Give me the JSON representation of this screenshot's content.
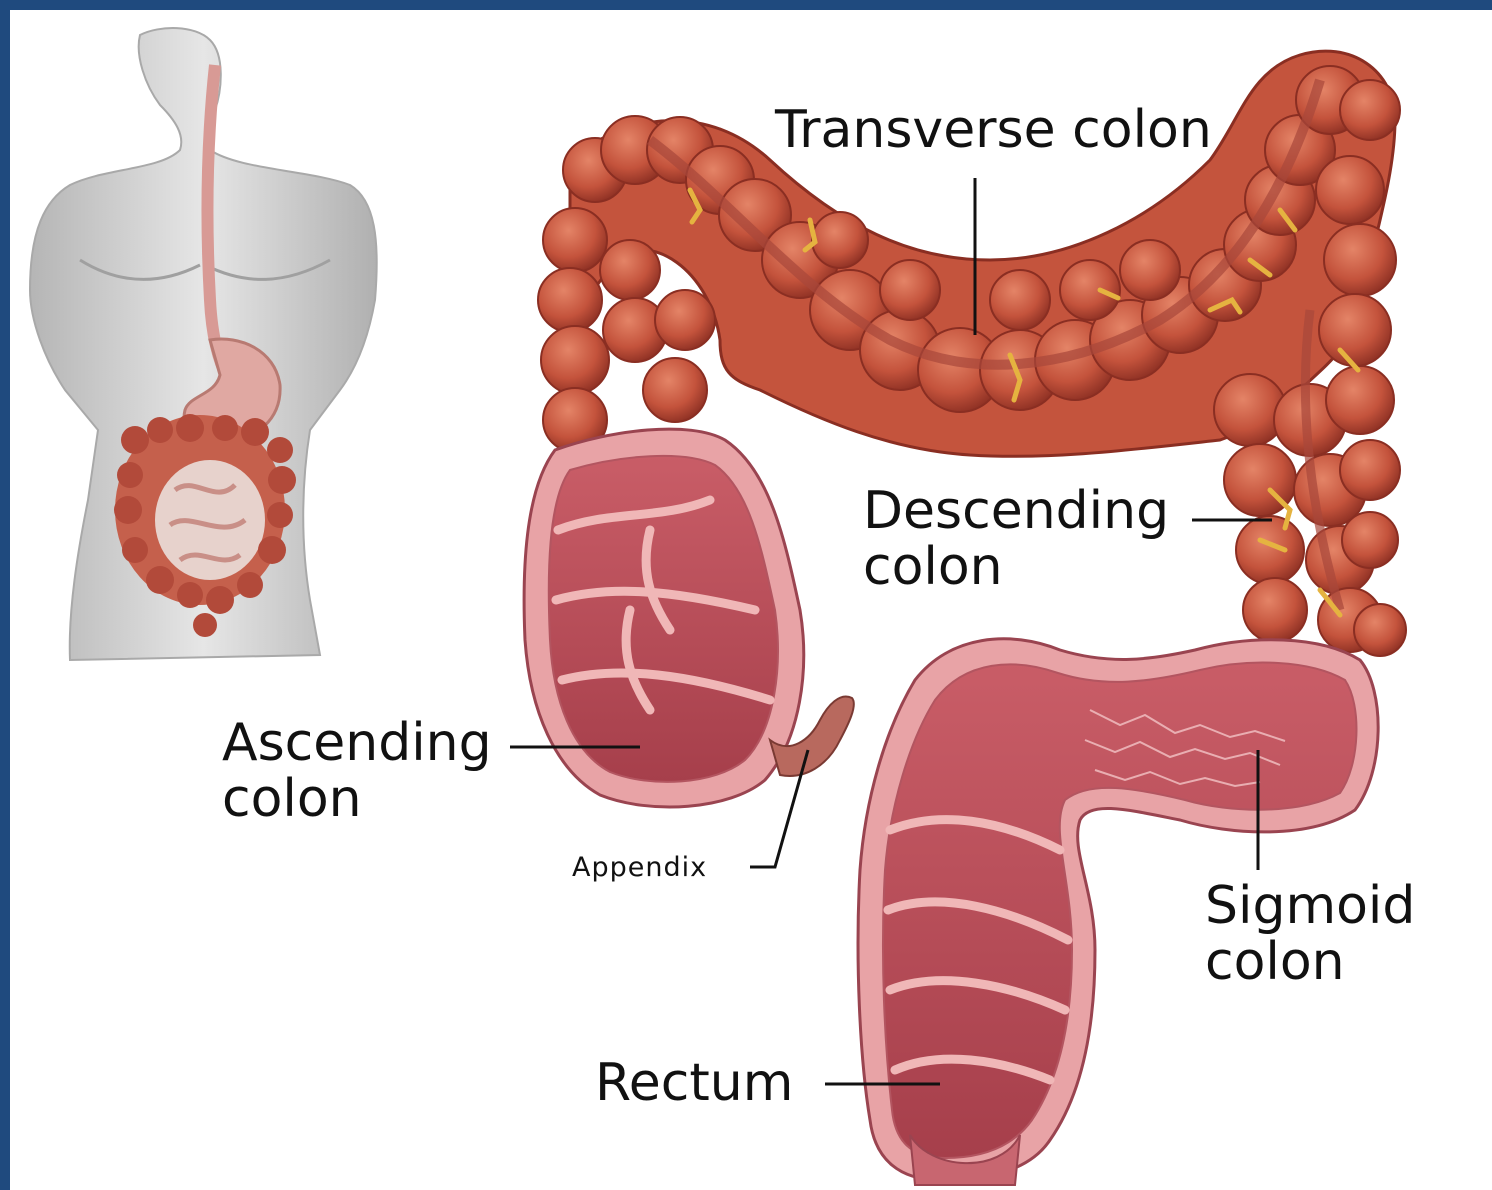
{
  "labels": {
    "transverse": "Transverse colon",
    "descending_1": "Descending",
    "descending_2": "colon",
    "ascending_1": "Ascending",
    "ascending_2": "colon",
    "appendix": "Appendix",
    "sigmoid_1": "Sigmoid",
    "sigmoid_2": "colon",
    "rectum": "Rectum"
  },
  "colors": {
    "frame": "#1f4a7e",
    "colon_outer": "#c8553e",
    "colon_dark": "#8e3024",
    "colon_inner": "#d9737a",
    "mucosa": "#e8a3a6",
    "vessel": "#e5b340",
    "body": "#c9c9c9"
  }
}
